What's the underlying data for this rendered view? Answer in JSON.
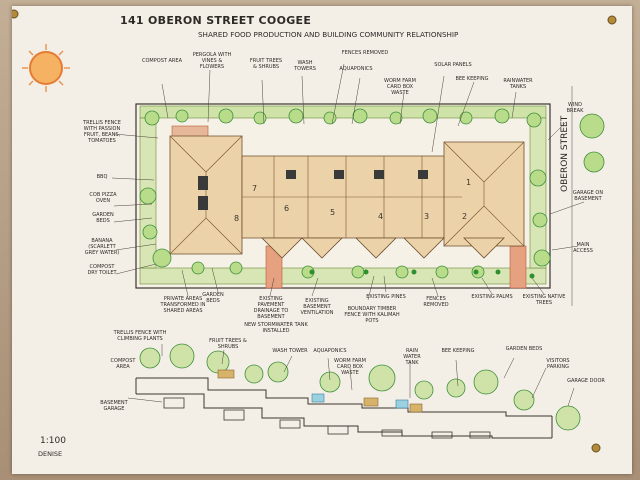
{
  "title": "141 OBERON STREET COOGEE",
  "subtitle": "SHARED FOOD PRODUCTION AND BUILDING COMMUNITY RELATIONSHIP",
  "street_label": "OBERON STREET",
  "scale": "1:100",
  "author": "DENISE",
  "plan_labels": {
    "compost_area": "COMPOST AREA",
    "pergola": "PERGOLA WITH VINES & FLOWERS",
    "fruit_trees": "FRUIT TREES & SHRUBS",
    "wash_towers": "WASH TOWERS",
    "fences_removed_top": "FENCES REMOVED",
    "aquaponics": "AQUAPONICS",
    "worm_farm": "WORM FARM CARD BOX WASTE",
    "solar_panels": "SOLAR PANELS",
    "bee_keeping": "BEE KEEPING",
    "rainwater_tanks": "RAINWATER TANKS",
    "wind_break": "WIND BREAK",
    "trellis_fence": "TRELLIS FENCE WITH PASSION FRUIT, BEANS, TOMATOES",
    "bbq": "BBQ",
    "pizza_oven": "COB PIZZA OVEN",
    "garden_beds_left": "GARDEN BEDS",
    "banana": "BANANA (SCARLETT GREY WATER)",
    "compost_dry_toilet": "COMPOST DRY TOILET",
    "private_areas": "PRIVATE AREAS TRANSFORMED IN SHARED AREAS",
    "garden_beds_bottom": "GARDEN BEDS",
    "existing_pavement": "EXISTING PAVEMENT DRAINAGE TO BASEMENT",
    "new_stormwater": "NEW STORMWATER TANK INSTALLED",
    "existing_basement_ventilation": "EXISTING BASEMENT VENTILATION",
    "boundary_timber": "BOUNDARY TIMBER FENCE WITH KALIMAH POTS",
    "existing_pines": "EXISTING PINES",
    "fences_removed_bottom": "FENCES REMOVED",
    "existing_palms": "EXISTING PALMS",
    "existing_native_trees": "EXISTING NATIVE TREES",
    "garage_on_basement": "GARAGE ON BASEMENT",
    "main_access": "MAIN ACCESS"
  },
  "unit_numbers": [
    "1",
    "2",
    "3",
    "4",
    "5",
    "6",
    "7",
    "8"
  ],
  "section_labels": {
    "trellis_fence": "TRELLIS FENCE WITH CLIMBING PLANTS",
    "compost_area": "COMPOST AREA",
    "fruit_trees": "FRUIT TREES & SHRUBS",
    "wash_tower": "WASH TOWER",
    "aquaponics": "AQUAPONICS",
    "worm_farm": "WORM FARM CARD BOX WASTE",
    "rain_water_tank": "RAIN WATER TANK",
    "bee_keeping": "BEE KEEPING",
    "garden_beds": "GARDEN BEDS",
    "visitors_parking": "VISITORS PARKING",
    "garage_door": "GARAGE DOOR",
    "basement_garage": "BASEMENT GARAGE"
  },
  "colors": {
    "paper": "#f3eee6",
    "ink": "#2e2a26",
    "roof": "#d9a25e",
    "grass": "#8fc067",
    "tree": "#3f8f3a",
    "sun": "#f2a04a",
    "path": "#c86a4a"
  }
}
